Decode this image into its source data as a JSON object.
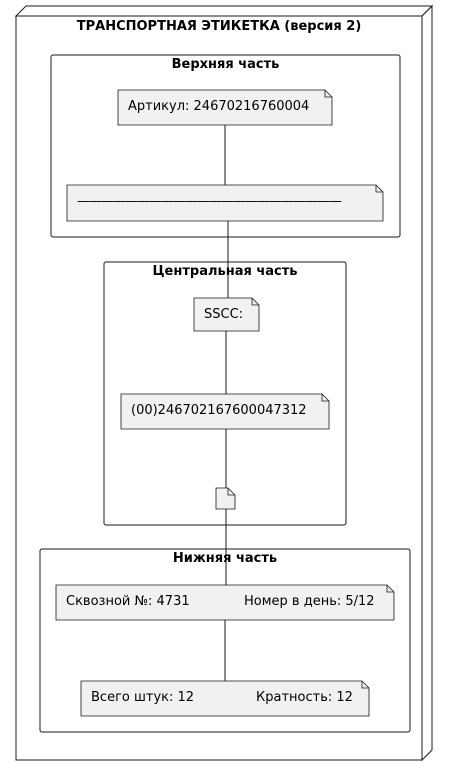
{
  "node": {
    "title": "ТРАНСПОРТНАЯ ЭТИКЕТКА (версия 2)"
  },
  "top": {
    "title": "Верхняя часть",
    "article": "Артикул: 24670216760004",
    "line": "——————————————————————"
  },
  "center": {
    "title": "Центральная часть",
    "sscc_label": "SSCC:",
    "sscc_value": "(00)246702167600047312"
  },
  "bottom": {
    "title": "Нижняя часть",
    "serial": "Сквозной №: 4731",
    "daily": "Номер в день: 5/12",
    "total": "Всего штук: 12",
    "multiple": "Кратность: 12"
  },
  "colors": {
    "note_fill": "#f1f1f1",
    "stroke": "#181818",
    "background": "#ffffff"
  }
}
